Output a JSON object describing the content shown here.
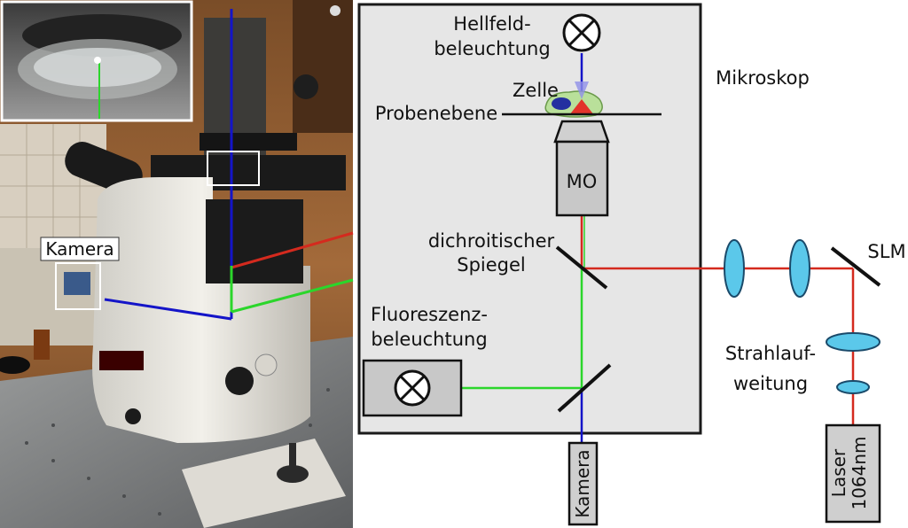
{
  "photo": {
    "camera_label": "Kamera"
  },
  "diagram": {
    "microscope_label": "Mikroskop",
    "brightfield_line1": "Hellfeld-",
    "brightfield_line2": "beleuchtung",
    "cell_label": "Zelle",
    "sample_plane_label": "Probenebene",
    "objective_label": "MO",
    "dichroic_line1": "dichroitischer",
    "dichroic_line2": "Spiegel",
    "fluorescence_line1": "Fluoreszenz-",
    "fluorescence_line2": "beleuchtung",
    "slm_label": "SLM",
    "beam_expander_line1": "Strahlauf-",
    "beam_expander_line2": "weitung",
    "laser_line1": "Laser",
    "laser_line2": "1064nm",
    "camera_label": "Kamera"
  },
  "colors": {
    "laser_beam": "#d42a1e",
    "fluorescence_beam": "#2bd62b",
    "imaging_beam": "#1414c8",
    "lens_fill": "#5bc8ea",
    "box_fill": "#cfcfcf",
    "microscope_fill": "#e6e6e6",
    "cell_fill": "#b9e09a",
    "nucleus_fill": "#2430a0"
  }
}
